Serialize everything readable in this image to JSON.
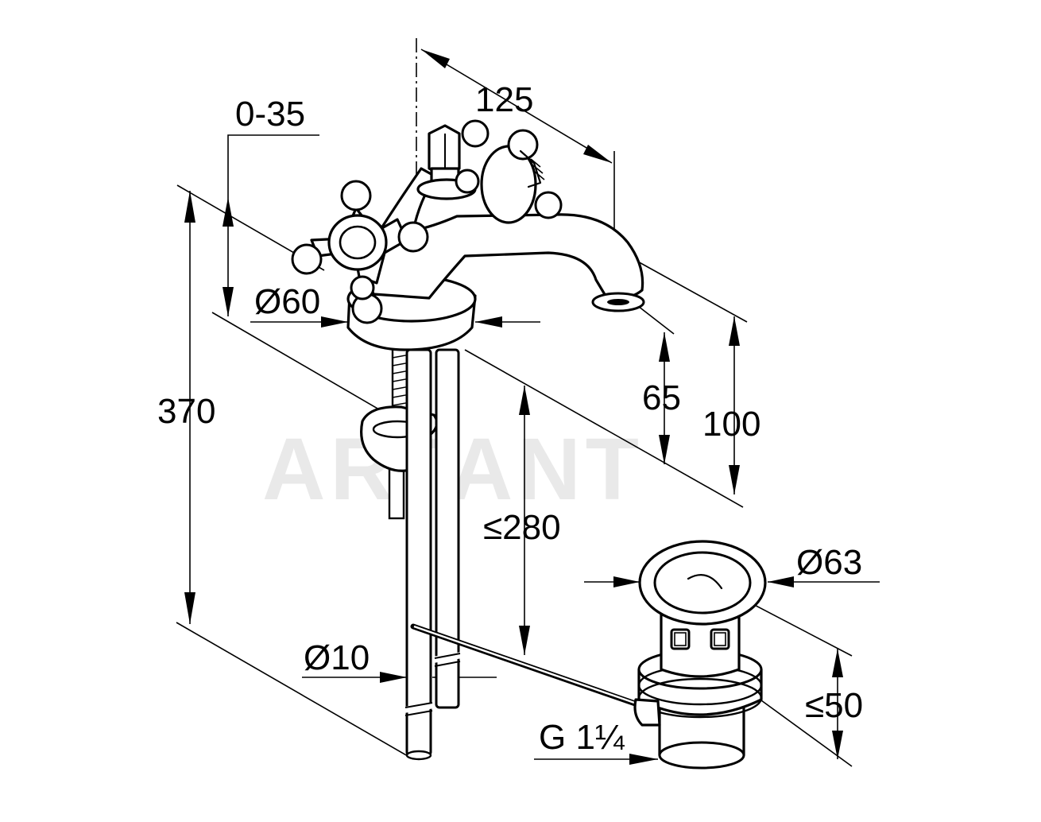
{
  "watermark": "ARTANT",
  "dimensions": {
    "spout_reach": "125",
    "deck_thickness": "0-35",
    "total_height": "370",
    "base_diameter": "Ø60",
    "spout_height": "65",
    "spout_top_height": "100",
    "rod_length": "≤280",
    "waste_diameter": "Ø63",
    "rod_diameter": "Ø10",
    "waste_height": "≤50",
    "thread": "G 1¼"
  }
}
